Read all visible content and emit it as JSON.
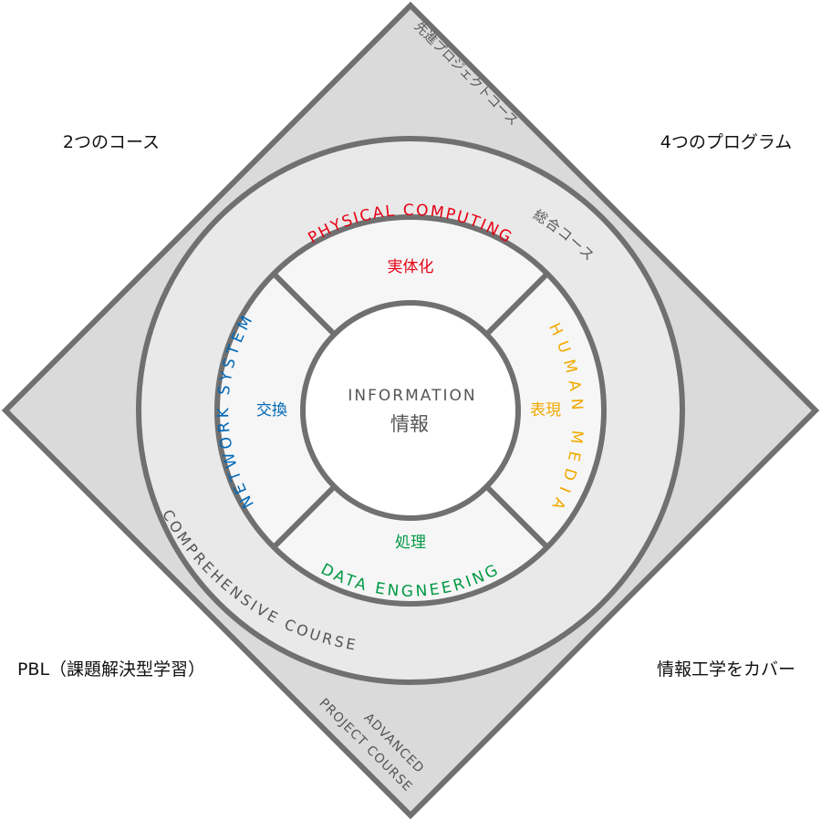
{
  "corners": {
    "top_left": "2つのコース",
    "top_right": "4つのプログラム",
    "bottom_left": "PBL（課題解決型学習）",
    "bottom_right": "情報工学をカバー"
  },
  "outer_diamond": {
    "advanced_jp": "先進プロジェクトコース",
    "advanced_en_line1": "ADVANCED",
    "advanced_en_line2": "PROJECT COURSE"
  },
  "outer_ring": {
    "comprehensive_jp": "総合コース",
    "comprehensive_en": "COMPREHENSIVE COURSE"
  },
  "programs": {
    "physical": {
      "en": "PHYSICAL COMPUTING",
      "jp": "実体化",
      "color": "#e60012"
    },
    "human": {
      "en": "HUMAN MEDIA",
      "jp": "表現",
      "color": "#f2a900"
    },
    "data": {
      "en": "DATA ENGNEERING",
      "jp": "処理",
      "color": "#009944"
    },
    "network": {
      "en": "NETWORK SYSTEM",
      "jp": "交換",
      "color": "#0068b7"
    }
  },
  "center": {
    "en": "INFORMATION",
    "jp": "情報"
  },
  "colors": {
    "stroke": "#707070",
    "diamond_fill": "#dadada",
    "ring_fill": "#e9e9e9",
    "inner_fill": "#f6f6f6",
    "center_fill": "#ffffff",
    "label_gray": "#555555"
  }
}
